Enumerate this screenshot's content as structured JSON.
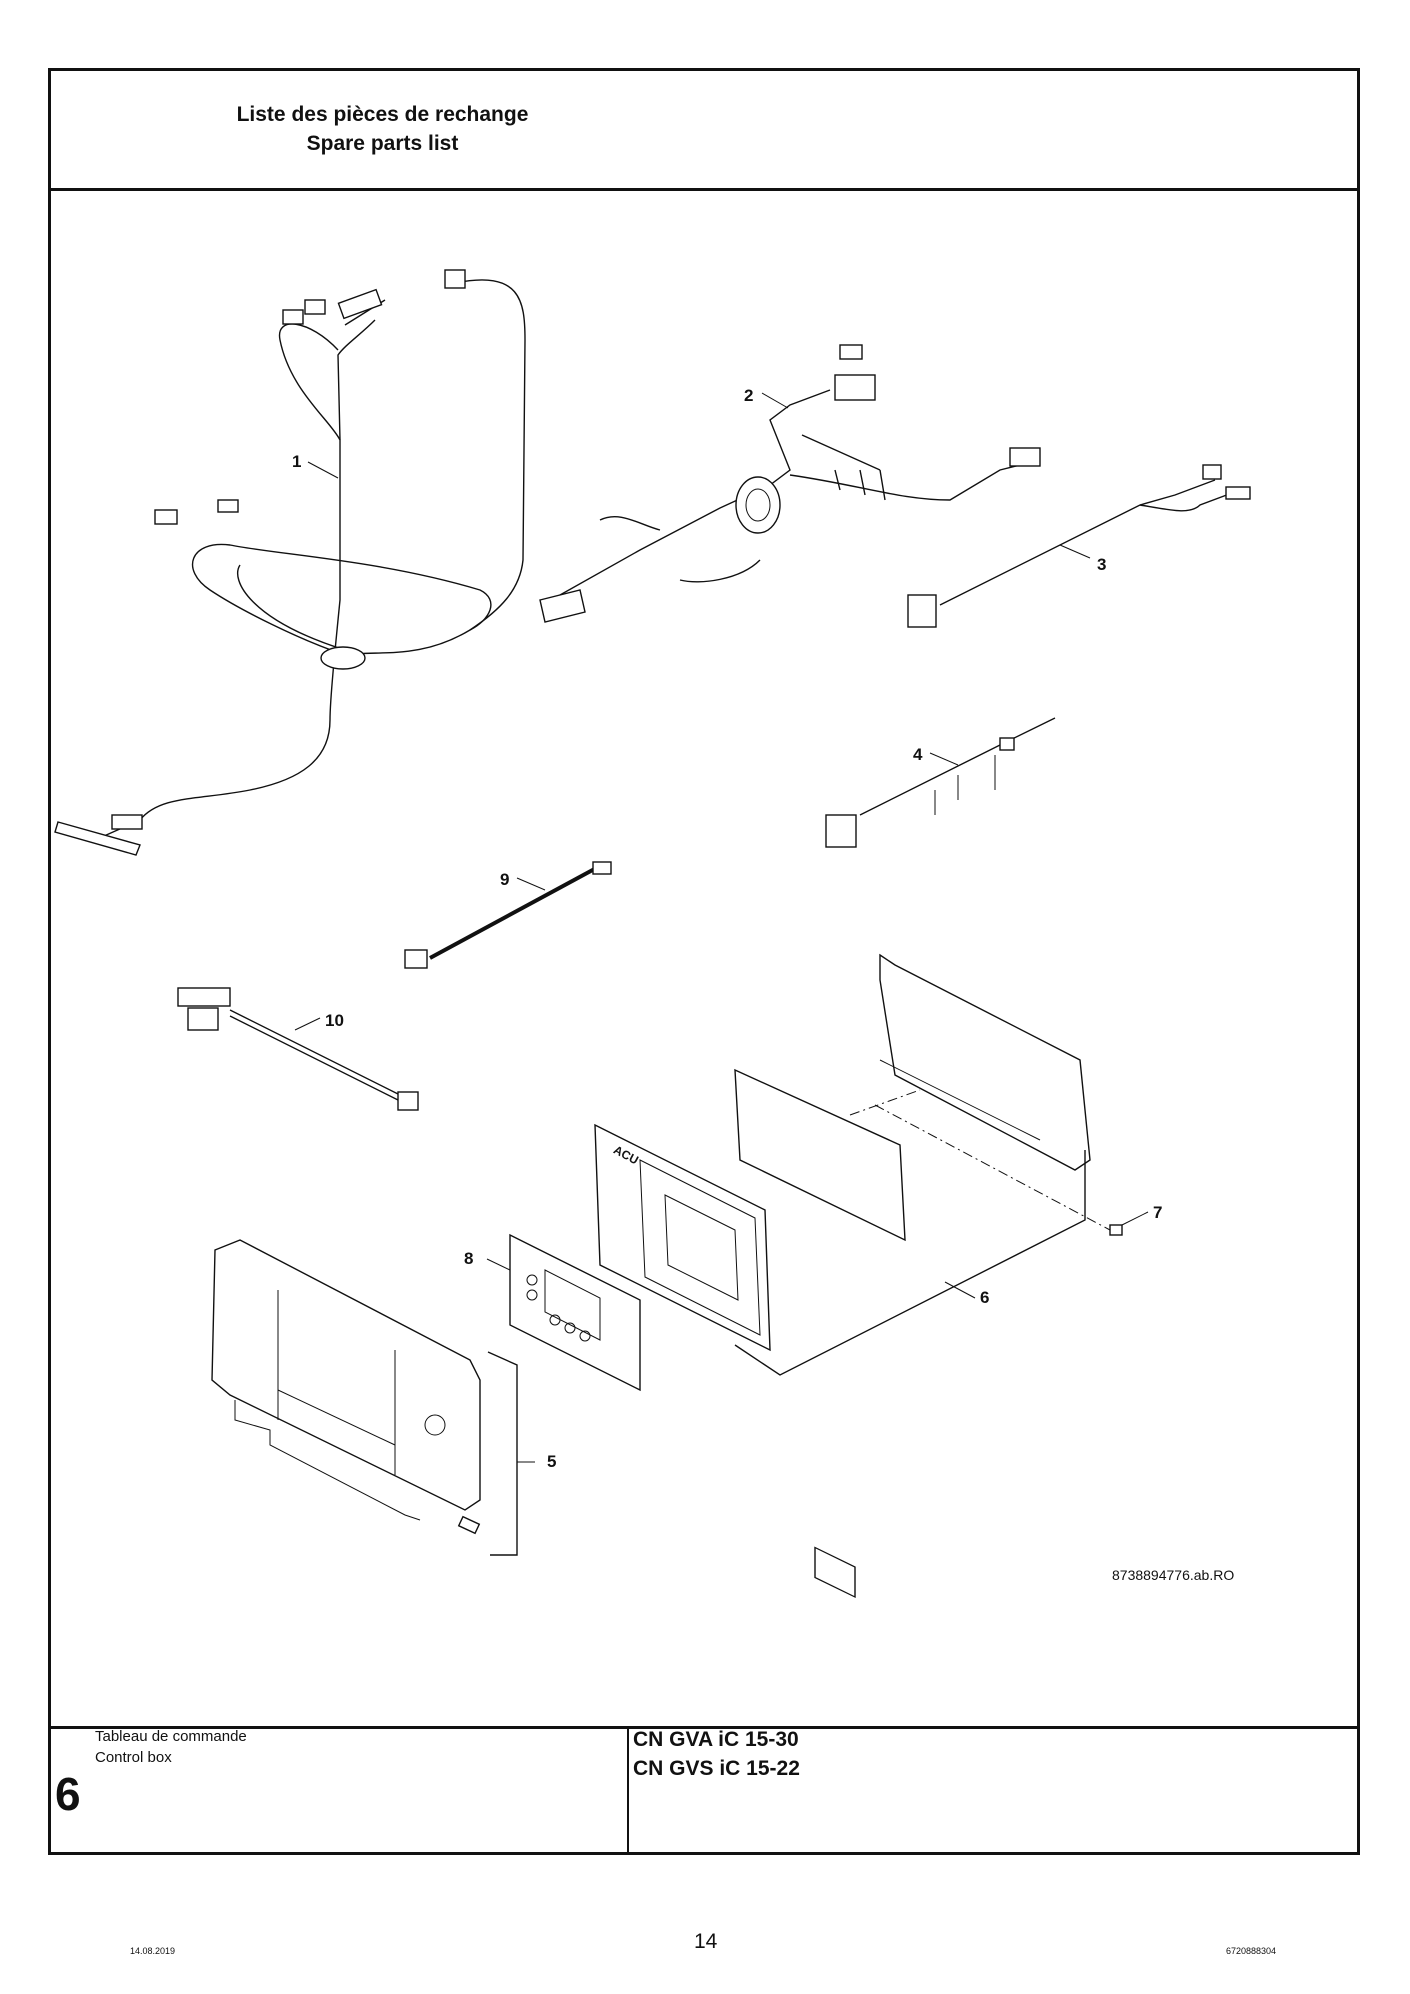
{
  "header": {
    "title_fr": "Liste des pièces de rechange",
    "title_en": "Spare parts list"
  },
  "diagram": {
    "reference": "8738894776.ab.RO",
    "panel_label": "ACU",
    "callouts": [
      {
        "id": "1"
      },
      {
        "id": "2"
      },
      {
        "id": "3"
      },
      {
        "id": "4"
      },
      {
        "id": "5"
      },
      {
        "id": "6"
      },
      {
        "id": "7"
      },
      {
        "id": "8"
      },
      {
        "id": "9"
      },
      {
        "id": "10"
      }
    ]
  },
  "footer_box": {
    "section_number": "6",
    "section_title_fr": "Tableau de commande",
    "section_title_en": "Control box",
    "models": [
      "CN GVA iC 15-30",
      "CN GVS iC 15-22"
    ]
  },
  "page_footer": {
    "date": "14.08.2019",
    "page_number": "14",
    "document_number": "6720888304"
  }
}
